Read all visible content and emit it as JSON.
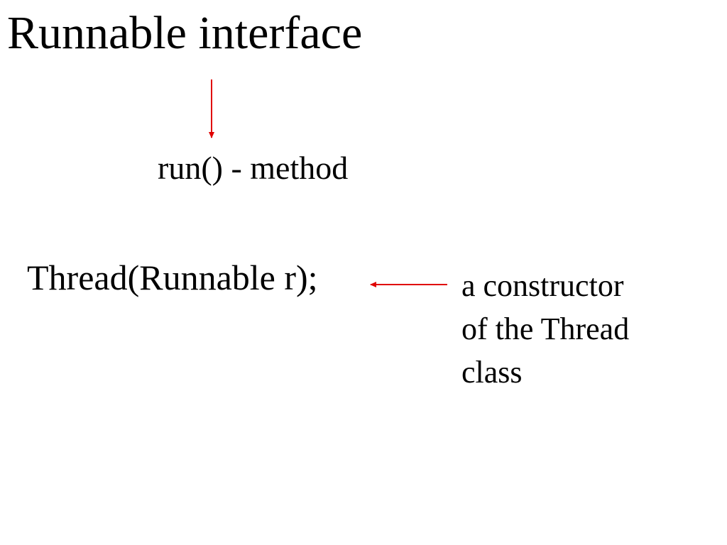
{
  "slide": {
    "title": "Runnable interface",
    "method_label": "run() - method",
    "constructor_code": "Thread(Runnable r);",
    "note_lines": [
      "a constructor",
      "of the Thread",
      "class"
    ]
  },
  "colors": {
    "background": "#ffffff",
    "text": "#000000",
    "arrow": "#e00000"
  }
}
